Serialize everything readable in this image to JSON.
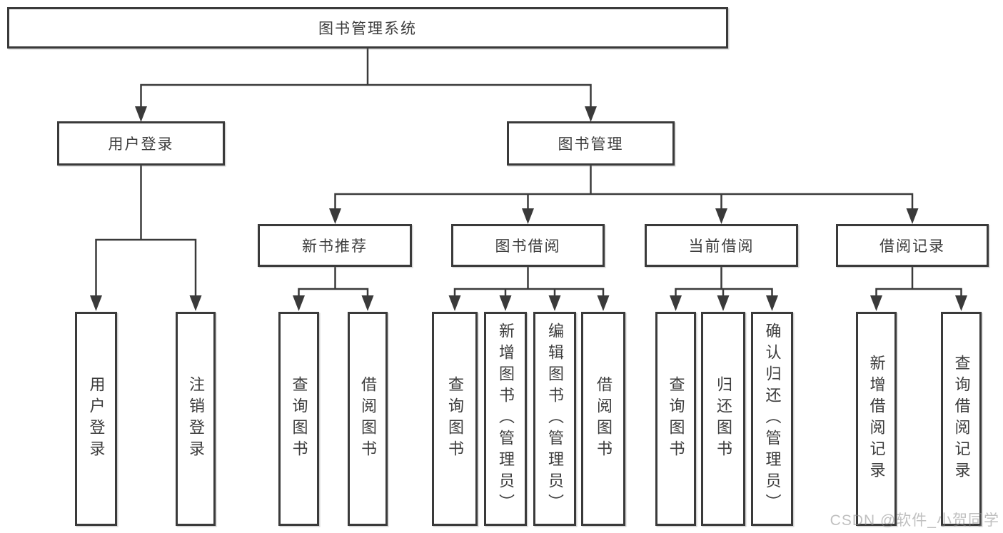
{
  "colors": {
    "line": "#3a3a3a",
    "box_border": "#3a3a3a",
    "text": "#3d3d3d",
    "watermark": "#c4c4c4",
    "background": "#ffffff"
  },
  "diagram": {
    "title": "图书管理系统",
    "branches": [
      {
        "label": "用户登录",
        "children": [
          {
            "label": "用户登录"
          },
          {
            "label": "注销登录"
          }
        ]
      },
      {
        "label": "图书管理",
        "groups": [
          {
            "label": "新书推荐",
            "children": [
              {
                "label": "查询图书"
              },
              {
                "label": "借阅图书"
              }
            ]
          },
          {
            "label": "图书借阅",
            "children": [
              {
                "label": "查询图书"
              },
              {
                "label": "新增图书（管理员）"
              },
              {
                "label": "编辑图书（管理员）"
              },
              {
                "label": "借阅图书"
              }
            ]
          },
          {
            "label": "当前借阅",
            "children": [
              {
                "label": "查询图书"
              },
              {
                "label": "归还图书"
              },
              {
                "label": "确认归还（管理员）"
              }
            ]
          },
          {
            "label": "借阅记录",
            "children": [
              {
                "label": "新增借阅记录"
              },
              {
                "label": "查询借阅记录"
              }
            ]
          }
        ]
      }
    ]
  },
  "watermark": {
    "text": "CSDN @软件_小贺同学"
  }
}
